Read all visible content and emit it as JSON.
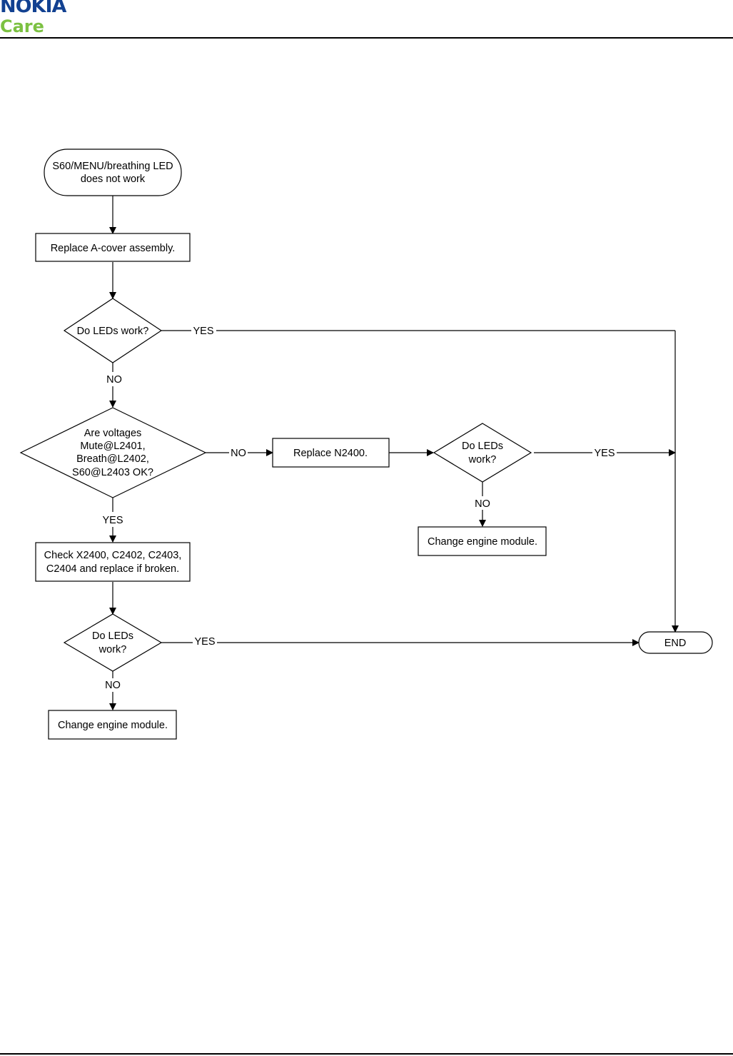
{
  "header": {
    "brand": "NOKIA",
    "subbrand": "Care",
    "brand_color": "#124191",
    "subbrand_color": "#7cc142"
  },
  "flowchart": {
    "start": [
      "S60/MENU/breathing LED",
      "does not work"
    ],
    "replace_acover": "Replace A-cover assembly.",
    "q_leds_work_1": "Do LEDs work?",
    "q_voltages": [
      "Are voltages",
      "Mute@L2401,",
      "Breath@L2402,",
      "S60@L2403 OK?"
    ],
    "replace_n2400": "Replace N2400.",
    "q_leds_work_2": [
      "Do LEDs",
      "work?"
    ],
    "change_engine_1": "Change engine module.",
    "check_components": [
      "Check X2400, C2402, C2403,",
      "C2404 and replace if broken."
    ],
    "q_leds_work_3": [
      "Do LEDs",
      "work?"
    ],
    "change_engine_2": "Change engine module.",
    "end": "END",
    "labels": {
      "yes": "YES",
      "no": "NO"
    }
  }
}
